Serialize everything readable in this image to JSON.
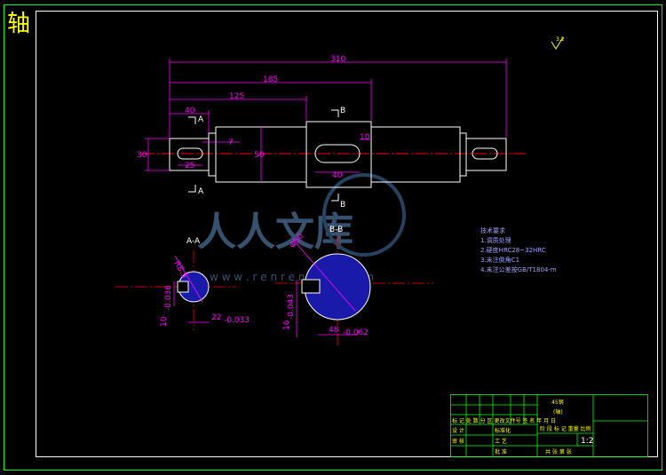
{
  "title": "轴",
  "dimensions": {
    "overall_length": "310",
    "length_185": "185",
    "length_125": "125",
    "length_40_left": "40",
    "key_offset_7": "7",
    "key_length_25": "25",
    "diameter_30": "30",
    "diameter_50": "50",
    "key_width_10": "10",
    "key_length_40": "40"
  },
  "section_markers": {
    "a": "A",
    "b": "B"
  },
  "sections": {
    "a": {
      "title": "A-A",
      "radius_label": "R8.5",
      "key_depth_main": "10",
      "key_depth_tol": "-0.036",
      "key_width_main": "22",
      "key_width_tol": "-0.033"
    },
    "b": {
      "title": "B-B",
      "diameter_label": "Φ50",
      "key_depth_main": "16",
      "key_depth_tol": "-0.043",
      "key_width_main": "48",
      "key_width_tol": "-0.062"
    }
  },
  "watermark": {
    "text": "人人文库",
    "url": "w w w . r e n r e n d o c . c o m"
  },
  "technical_notes": {
    "heading": "技术要求",
    "items": [
      "1.调质处理",
      "2.硬度HRC28~32HRC",
      "3.未注倒角C1",
      "4.未注公差按GB/T1804-m"
    ]
  },
  "roughness_symbol": "3.2",
  "title_block": {
    "material": "45钢",
    "part_name": "(轴)",
    "scale": "1:2",
    "sign_row": "标 记 处 数  分 区  更改文件号  签 名  年 月 日",
    "design_label": "设 计",
    "standard_label": "标准化",
    "review_label": "审 核",
    "process_label": "工 艺",
    "approve_label": "批 准",
    "stage_row": "阶 段 标 记  重量  比例",
    "sheet_row": "共  张  第  张"
  },
  "colors": {
    "frame": "#00ff00",
    "dimension": "#ff00ff",
    "center_line": "#ff0000",
    "outline": "#ffffff",
    "hatch": "#3333ff",
    "text": "#ffff00"
  }
}
